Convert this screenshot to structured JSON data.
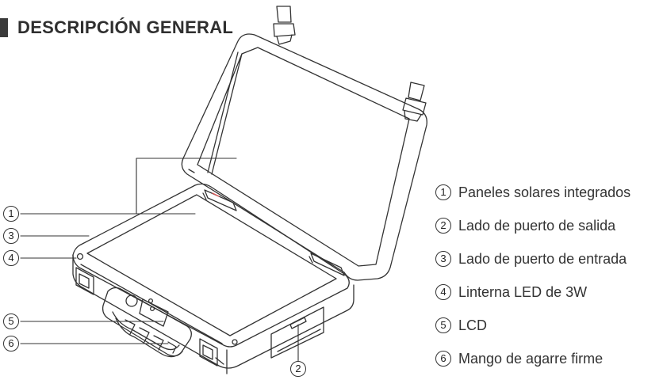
{
  "heading": {
    "title": "DESCRIPCIÓN GENERAL"
  },
  "callouts": {
    "c1": "1",
    "c2": "2",
    "c3": "3",
    "c4": "4",
    "c5": "5",
    "c6": "6"
  },
  "legend": [
    {
      "num": "1",
      "label": "Paneles solares integrados"
    },
    {
      "num": "2",
      "label": "Lado de puerto de salida"
    },
    {
      "num": "3",
      "label": "Lado de puerto de entrada"
    },
    {
      "num": "4",
      "label": "Linterna LED de 3W"
    },
    {
      "num": "5",
      "label": "LCD"
    },
    {
      "num": "6",
      "label": "Mango de agarre firme"
    }
  ],
  "colors": {
    "line": "#333333",
    "heading_bar": "#3a3a3a",
    "hinge_accent": "#e05a5a"
  }
}
